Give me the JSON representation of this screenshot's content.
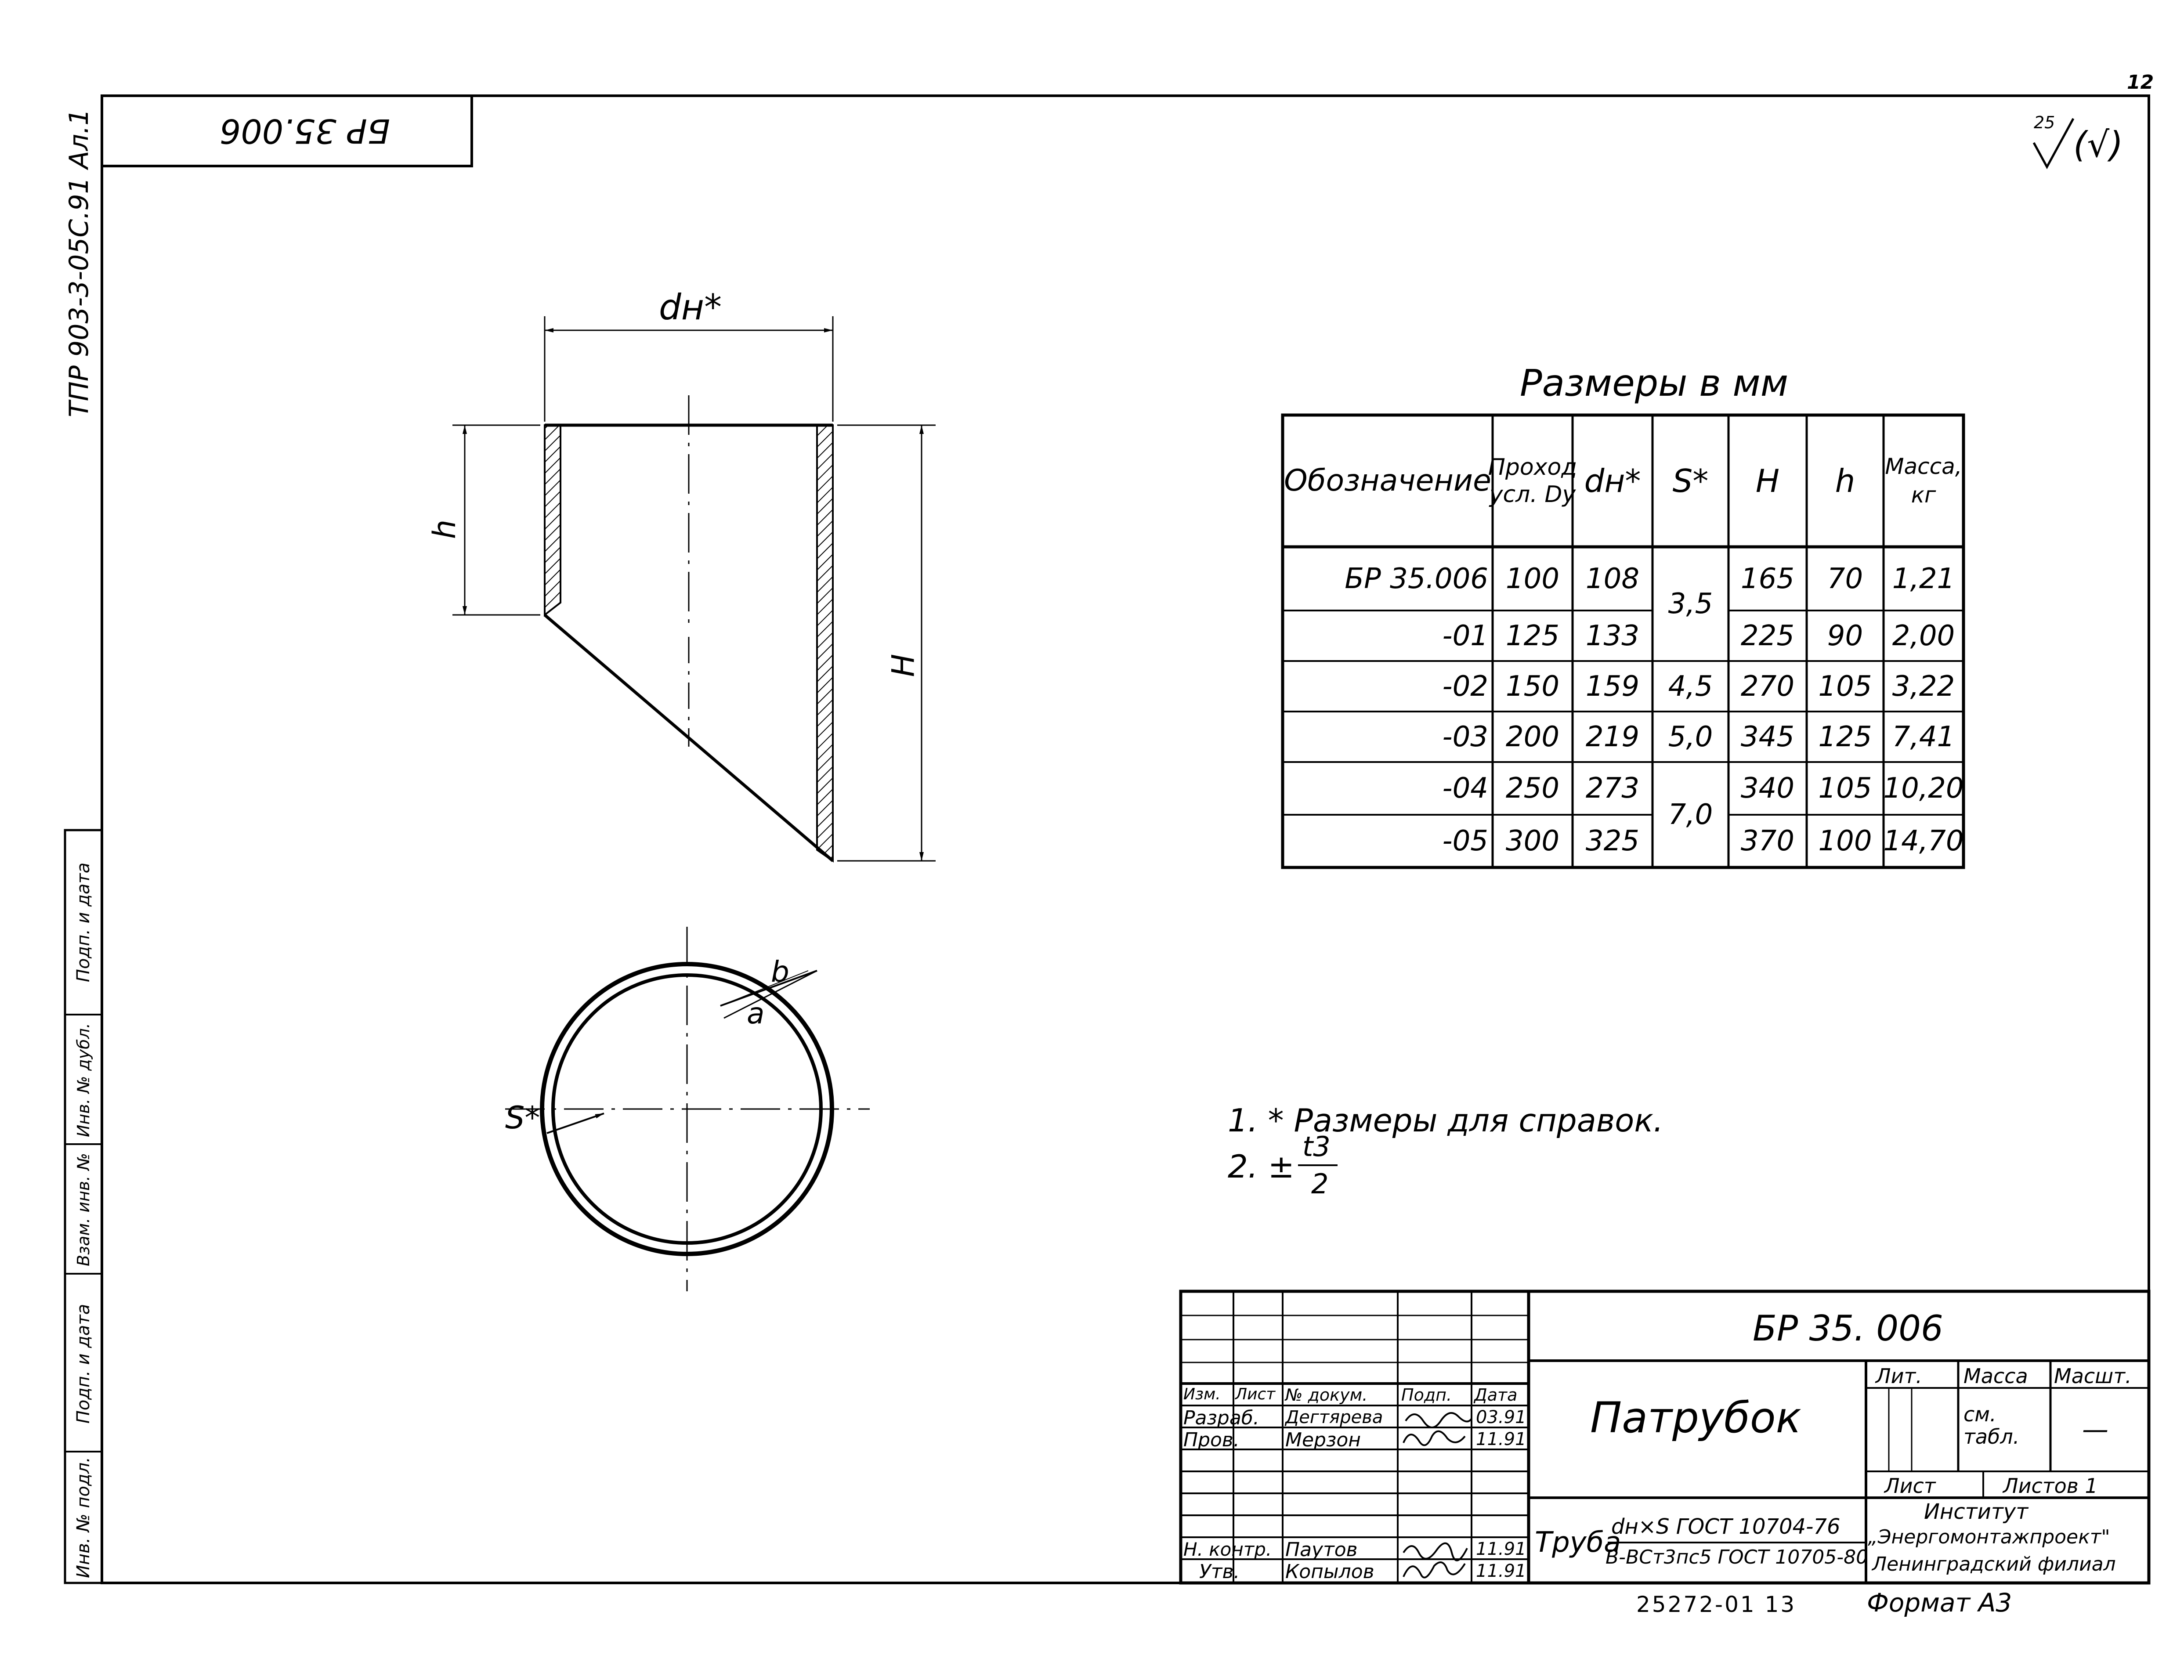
{
  "sheet": {
    "page_number": "12",
    "project_code": "ТПР 903-3-05С.91 Ал.1",
    "drawing_code": "БР 35.006",
    "roughness_value": "25",
    "roughness_suffix": "(√)"
  },
  "views": {
    "dia_label": "dн*",
    "h_label": "h",
    "H_label": "H",
    "b_label": "b",
    "a_label": "a",
    "s_label": "S*"
  },
  "table": {
    "caption": "Размеры в мм",
    "headers": [
      "Обозначение",
      "Проход усл. Dy",
      "dн*",
      "S*",
      "H",
      "h",
      "Масса, кг"
    ],
    "rows": [
      {
        "designation": "БР 35.006",
        "dy": "100",
        "dn": "108",
        "H": "165",
        "h": "70",
        "mass": "1,21"
      },
      {
        "designation": "-01",
        "dy": "125",
        "dn": "133",
        "H": "225",
        "h": "90",
        "mass": "2,00"
      },
      {
        "designation": "-02",
        "dy": "150",
        "dn": "159",
        "H": "270",
        "h": "105",
        "mass": "3,22"
      },
      {
        "designation": "-03",
        "dy": "200",
        "dn": "219",
        "H": "345",
        "h": "125",
        "mass": "7,41"
      },
      {
        "designation": "-04",
        "dy": "250",
        "dn": "273",
        "H": "340",
        "h": "105",
        "mass": "10,20"
      },
      {
        "designation": "-05",
        "dy": "300",
        "dn": "325",
        "H": "370",
        "h": "100",
        "mass": "14,70"
      }
    ],
    "s_values": [
      "3,5",
      "4,5",
      "5,0",
      "7,0"
    ]
  },
  "notes": {
    "note1": "1. * Размеры для справок.",
    "note2_prefix": "2. ±",
    "note2_num": "t3",
    "note2_den": "2"
  },
  "left_strip": [
    "Инв. № подл.",
    "Подп. и дата",
    "Взам. инв. №",
    "Инв. № дубл.",
    "Подп. и дата"
  ],
  "title_block": {
    "code": "БР 35. 006",
    "name": "Патрубок",
    "col_headers": [
      "Изм.",
      "Лист",
      "№ докум.",
      "Подп.",
      "Дата"
    ],
    "rows": [
      {
        "role": "Разраб.",
        "person": "Дегтярева",
        "date": "03.91"
      },
      {
        "role": "Пров.",
        "person": "Мерзон",
        "date": "11.91"
      },
      {
        "role": "Н. контр.",
        "person": "Паутов",
        "date": "11.91"
      },
      {
        "role": "Утв.",
        "person": "Копылов",
        "date": "11.91"
      }
    ],
    "lit_label": "Лит.",
    "mass_label": "Масса",
    "scale_label": "Масшт.",
    "mass_value": "см. табл.",
    "scale_value": "—",
    "sheet_label": "Лист",
    "sheets_label": "Листов 1",
    "material_prefix": "Труба",
    "material_top": "dн×S ГОСТ 10704-76",
    "material_bottom": "В-ВСт3пс5 ГОСТ 10705-80",
    "org_line1": "Институт",
    "org_line2": "„Энергомонтажпроект\"",
    "org_line3": "Ленинградский филиал"
  },
  "footer": {
    "order_number": "25272-01 13",
    "format": "Формат А3"
  }
}
